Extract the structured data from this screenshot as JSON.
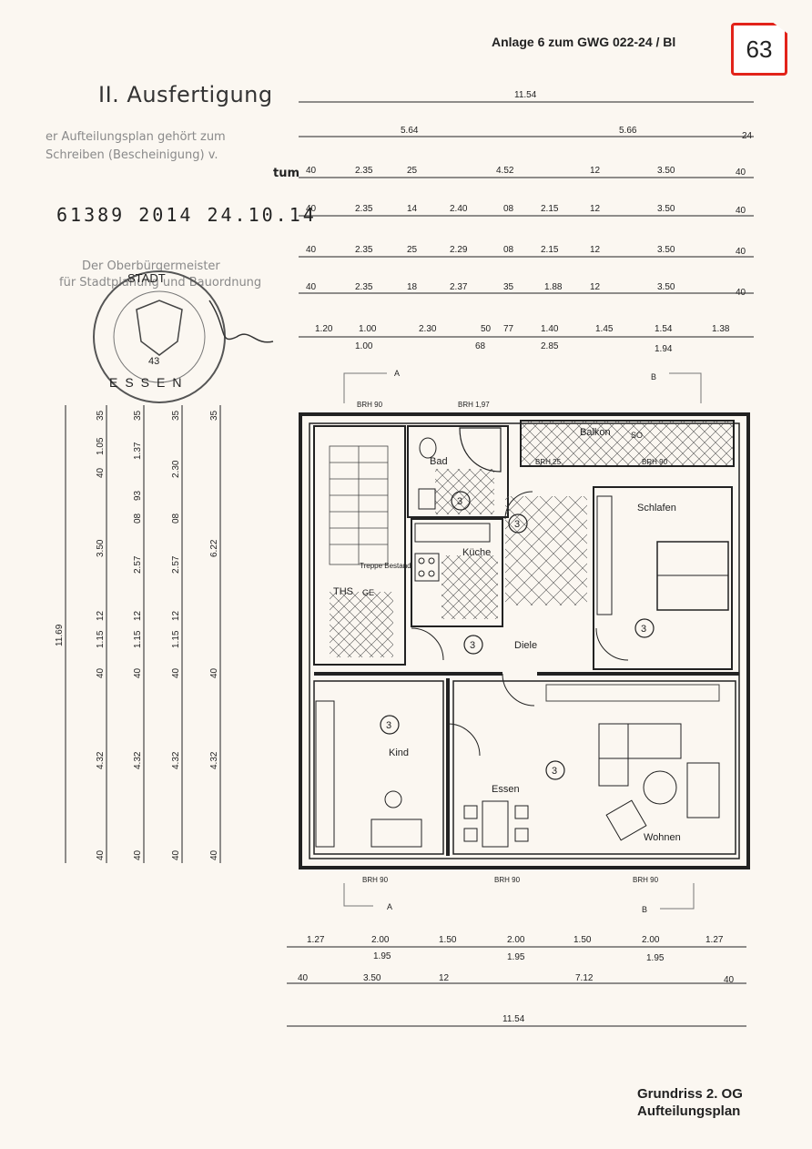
{
  "header": {
    "reference": "Anlage 6 zum GWG 022-24 / Bl",
    "page_number": "63"
  },
  "stamp": {
    "title": "II. Ausfertigung",
    "line1": "er Aufteilungsplan gehört zum",
    "line2": "Schreiben (Bescheinigung) v.",
    "line3": "tum",
    "number": "61389 2014 24.10.14",
    "authority1": "Der Oberbürgermeister",
    "authority2": "für Stadtplanung und Bauordnung",
    "seal_city": "ESSEN",
    "seal_code": "43",
    "seal_top": "STADT"
  },
  "dimensions_top": {
    "total": "11.54",
    "row1": [
      "5.64",
      "5.66",
      "24"
    ],
    "row2": [
      "40",
      "2.35",
      "25",
      "4.52",
      "12",
      "3.50",
      "40"
    ],
    "row3": [
      "40",
      "2.35",
      "14",
      "2.40",
      "08",
      "2.15",
      "12",
      "3.50",
      "40"
    ],
    "row4": [
      "40",
      "2.35",
      "25",
      "2.29",
      "08",
      "2.15",
      "12",
      "3.50",
      "40"
    ],
    "row5": [
      "40",
      "2.35",
      "18",
      "2.37",
      "35",
      "1.88",
      "12",
      "3.50",
      "40"
    ],
    "row6": [
      "1.20",
      "1.00",
      "2.30",
      "50",
      "77",
      "1.40",
      "1.45",
      "1.54",
      "1.38"
    ],
    "row6_sub": [
      "1.00",
      "68",
      "2.85",
      "1.94"
    ]
  },
  "dimensions_left": {
    "total": "11.69",
    "col1": [
      "35",
      "1.05",
      "40",
      "3.50",
      "12",
      "1.15",
      "40",
      "4.32",
      "40"
    ],
    "col2": [
      "35",
      "1.37",
      "93",
      "08",
      "2.57",
      "12",
      "1.15",
      "40",
      "4.32",
      "40"
    ],
    "col3": [
      "35",
      "2.30",
      "08",
      "2.57",
      "12",
      "1.15",
      "40",
      "4.32",
      "40"
    ],
    "col4": [
      "35",
      "6.22",
      "40",
      "4.32",
      "40"
    ]
  },
  "dimensions_bottom": {
    "row1": [
      "1.27",
      "2.00",
      "1.50",
      "2.00",
      "1.50",
      "2.00",
      "1.27"
    ],
    "row1_sub": [
      "1.95",
      "1.95",
      "1.95"
    ],
    "row2": [
      "40",
      "3.50",
      "12",
      "7.12",
      "40"
    ],
    "total": "11.54"
  },
  "floorplan": {
    "rooms": {
      "bad": "Bad",
      "kueche": "Küche",
      "diele": "Diele",
      "schlafen": "Schlafen",
      "kind": "Kind",
      "essen": "Essen",
      "wohnen": "Wohnen",
      "balkon": "Balkon",
      "balkon_tag": "SO",
      "treppe": "Treppe Bestand",
      "ths": "THS",
      "ths_tag": "GE"
    },
    "unit_number": "3",
    "brh": {
      "top_left": "BRH 90",
      "top_mid": "BRH 1,97",
      "balkon_left": "BRH 25",
      "balkon_right": "BRH 90",
      "bottom_left": "BRH 90",
      "bottom_mid": "BRH 90",
      "bottom_right": "BRH 90"
    },
    "sections": {
      "a": "A",
      "b": "B"
    }
  },
  "footer": {
    "title": "Grundriss 2. OG",
    "subtitle": "Aufteilungsplan"
  }
}
